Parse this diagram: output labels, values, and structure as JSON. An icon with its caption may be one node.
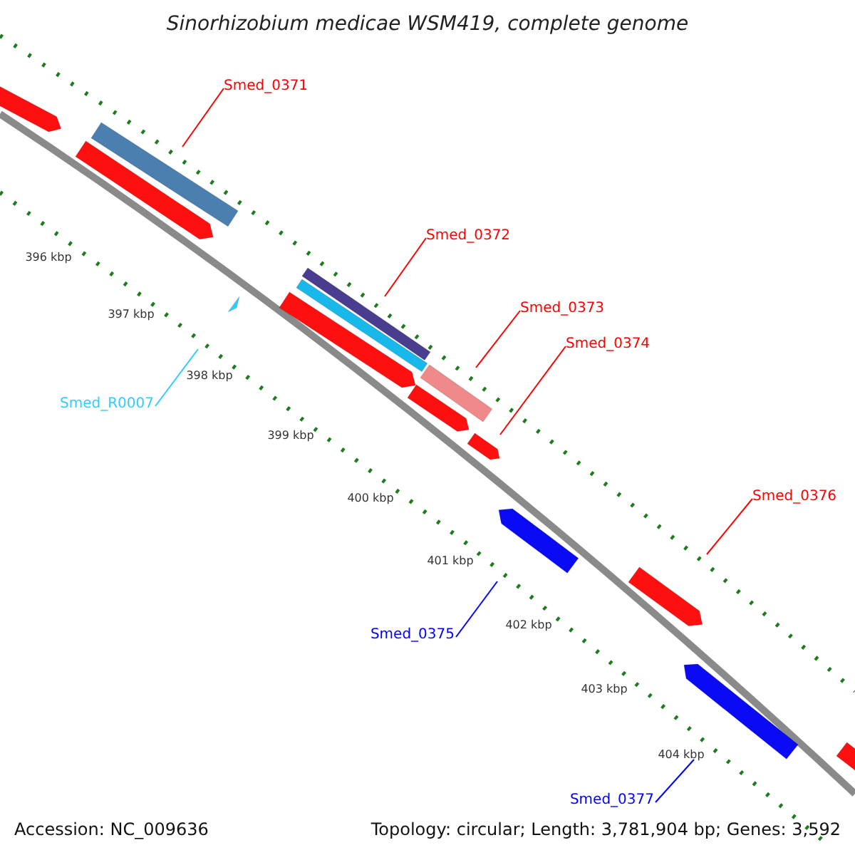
{
  "diagram": {
    "title": "Sinorhizobium medicae WSM419, complete genome",
    "nodes": [
      {
        "text": [
          "Smed_0371"
        ]
      },
      {
        "text": [],
        "shape": "bar"
      },
      {
        "text": [],
        "shape": "bar"
      },
      {
        "text": [],
        "shape": "bar"
      },
      {
        "text": [
          "Smed_0372"
        ]
      },
      {
        "text": [],
        "shape": "bar"
      },
      {
        "text": [],
        "shape": "bar"
      },
      {
        "text": [],
        "shape": "bar"
      },
      {
        "text": [
          "Smed_R0007"
        ]
      },
      {
        "text": [],
        "shape": "triangle"
      },
      {
        "text": [
          "Smed_0373"
        ]
      },
      {
        "text": [],
        "shape": "bar"
      },
      {
        "text": [
          "Smed_0374"
        ]
      },
      {
        "text": [],
        "shape": "bar"
      },
      {
        "text": [],
        "shape": "bar"
      },
      {
        "text": [
          "Smed_0376"
        ]
      },
      {
        "text": [],
        "shape": "bar"
      },
      {
        "text": [
          "Smed_0375"
        ]
      },
      {
        "text": [],
        "shape": "bar"
      },
      {
        "text": [],
        "shape": "bar"
      },
      {
        "text": [
          "Smed_0377"
        ]
      },
      {
        "text": [],
        "shape": "bar"
      }
    ],
    "edges": [
      {
        "from": 0,
        "to": 2,
        "arrow": "none"
      },
      {
        "from": 4,
        "to": 5,
        "arrow": "none"
      },
      {
        "from": 8,
        "to": 9,
        "arrow": "none",
        "color": "#33ccff"
      },
      {
        "from": 10,
        "to": 11,
        "arrow": "none"
      },
      {
        "from": 12,
        "to": 14,
        "arrow": "none"
      },
      {
        "from": 15,
        "to": 18,
        "arrow": "none"
      },
      {
        "from": 17,
        "to": 16,
        "arrow": "none",
        "color": "#0000ff"
      },
      {
        "from": 20,
        "to": 19,
        "arrow": "none",
        "color": "#0000ff"
      }
    ],
    "labels": [
      "396 kbp",
      "397 kbp",
      "398 kbp",
      "399 kbp",
      "400 kbp",
      "401 kbp",
      "402 kbp",
      "403 kbp",
      "404 kbp",
      "Accession: NC_009636",
      "Topology: circular; Length: 3,781,904 bp; Genes: 3,592"
    ]
  }
}
